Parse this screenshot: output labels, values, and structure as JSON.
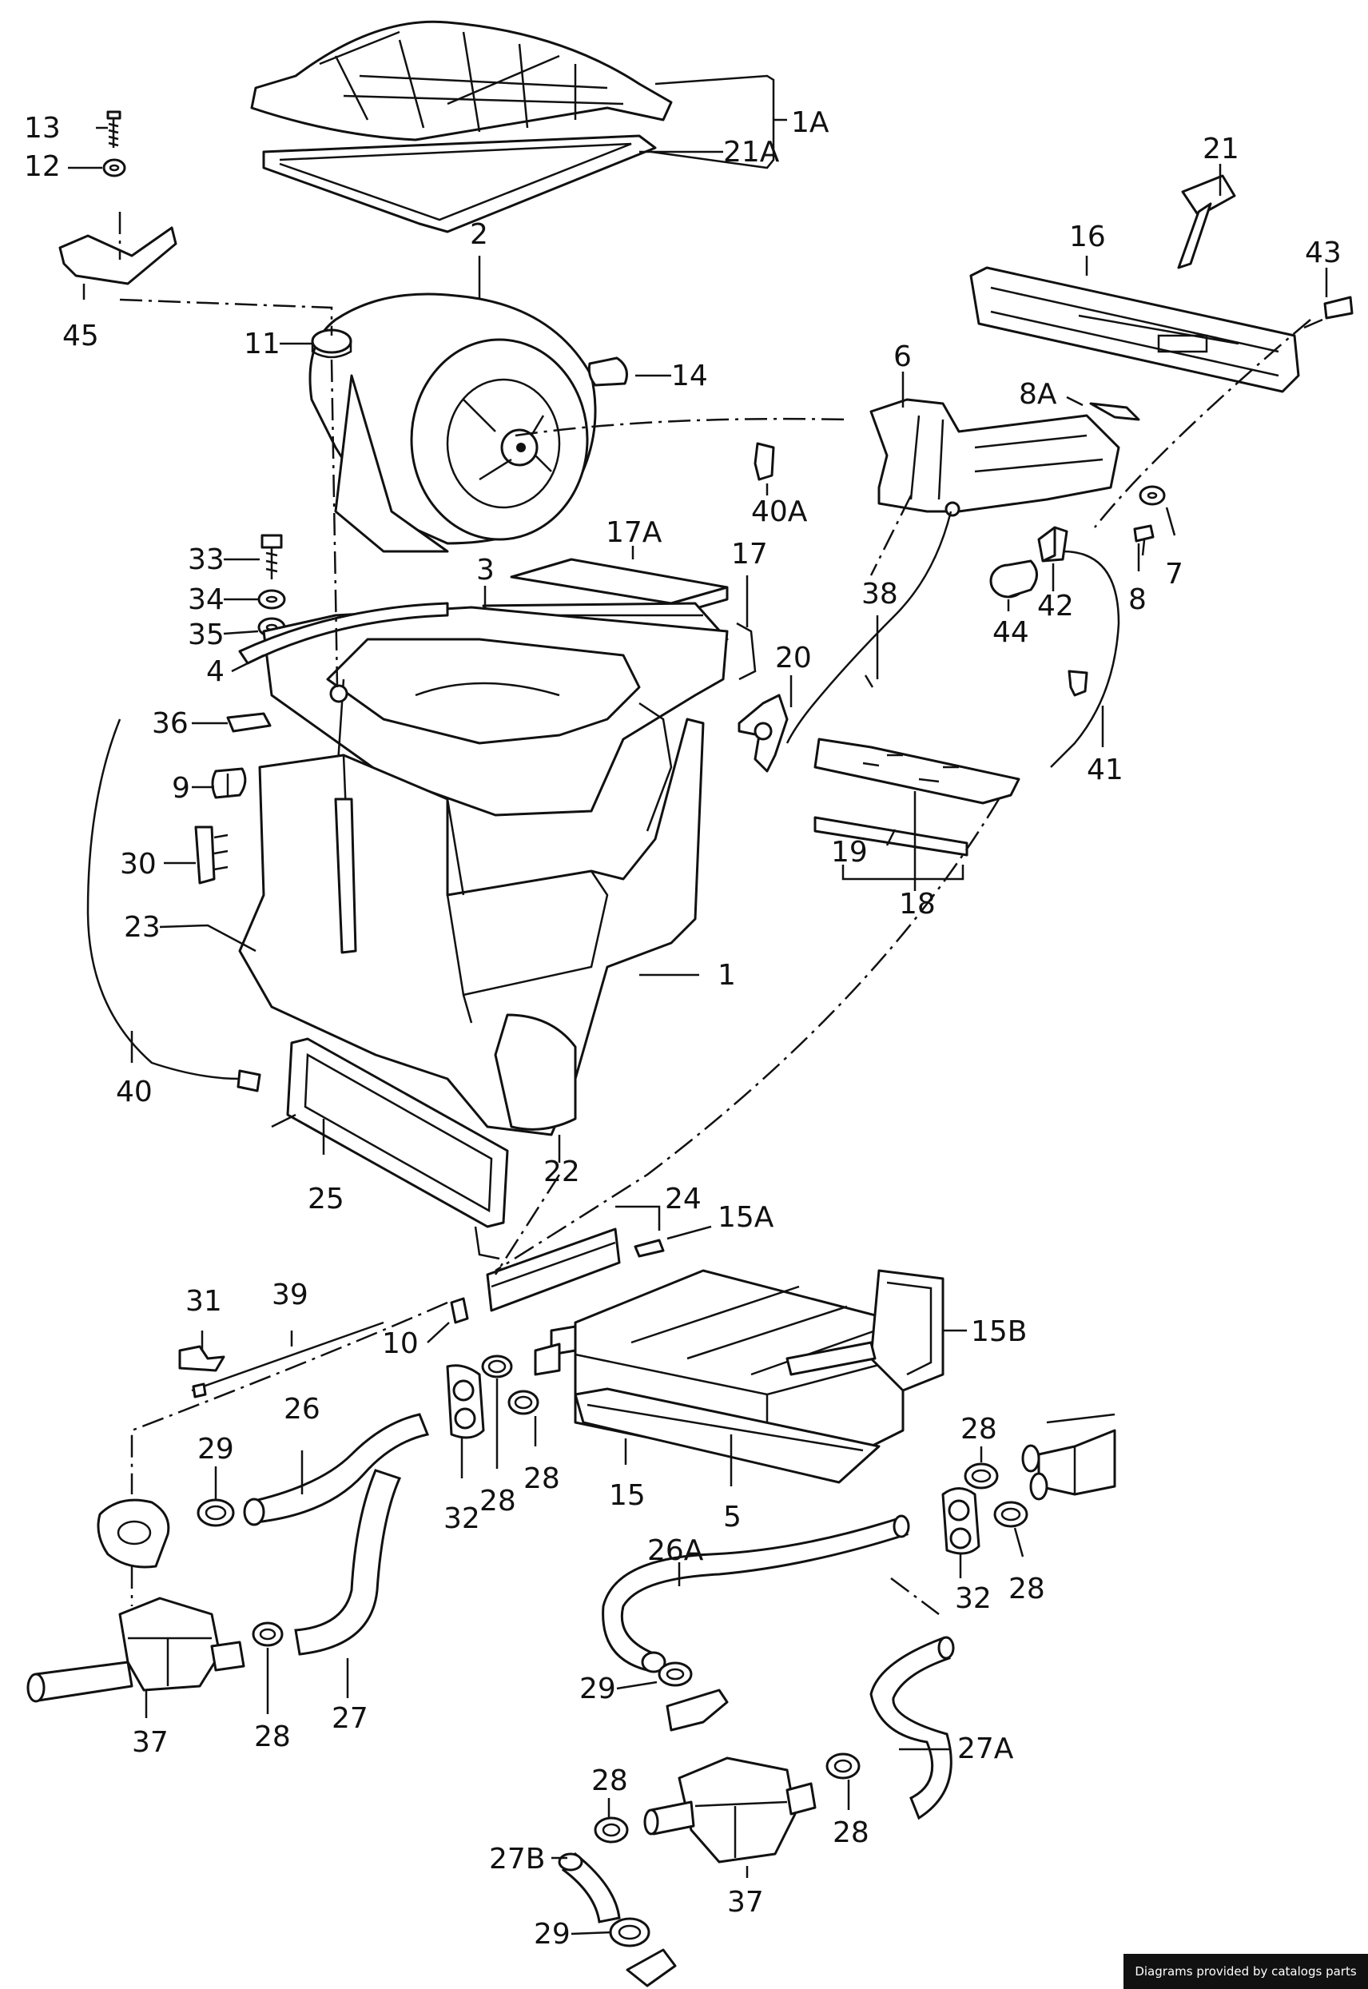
{
  "footer_credit": "Diagrams provided by catalogs parts",
  "callouts": {
    "c1A": "1A",
    "c21A": "21A",
    "c13": "13",
    "c12": "12",
    "c2": "2",
    "c21": "21",
    "c16": "16",
    "c43": "43",
    "c45": "45",
    "c11": "11",
    "c14": "14",
    "c6": "6",
    "c8A": "8A",
    "c40A": "40A",
    "c17A": "17A",
    "c17": "17",
    "c33": "33",
    "c34": "34",
    "c35": "35",
    "c3": "3",
    "c4": "4",
    "c7": "7",
    "c8": "8",
    "c42": "42",
    "c44": "44",
    "c38": "38",
    "c20": "20",
    "c36": "36",
    "c9": "9",
    "c41": "41",
    "c30": "30",
    "c19": "19",
    "c18": "18",
    "c23": "23",
    "c1": "1",
    "c40": "40",
    "c22": "22",
    "c25": "25",
    "c24": "24",
    "c15A": "15A",
    "c31": "31",
    "c39": "39",
    "c10": "10",
    "c15B": "15B",
    "c26": "26",
    "c29a": "29",
    "c28a": "28",
    "c28b": "28",
    "c32a": "32",
    "c15": "15",
    "c5": "5",
    "c28c": "28",
    "c26A": "26A",
    "c32b": "32",
    "c28d": "28",
    "c37a": "37",
    "c28e": "28",
    "c27": "27",
    "c29b": "29",
    "c27A": "27A",
    "c28f": "28",
    "c27B": "27B",
    "c37b": "37",
    "c28g": "28",
    "c29c": "29"
  }
}
